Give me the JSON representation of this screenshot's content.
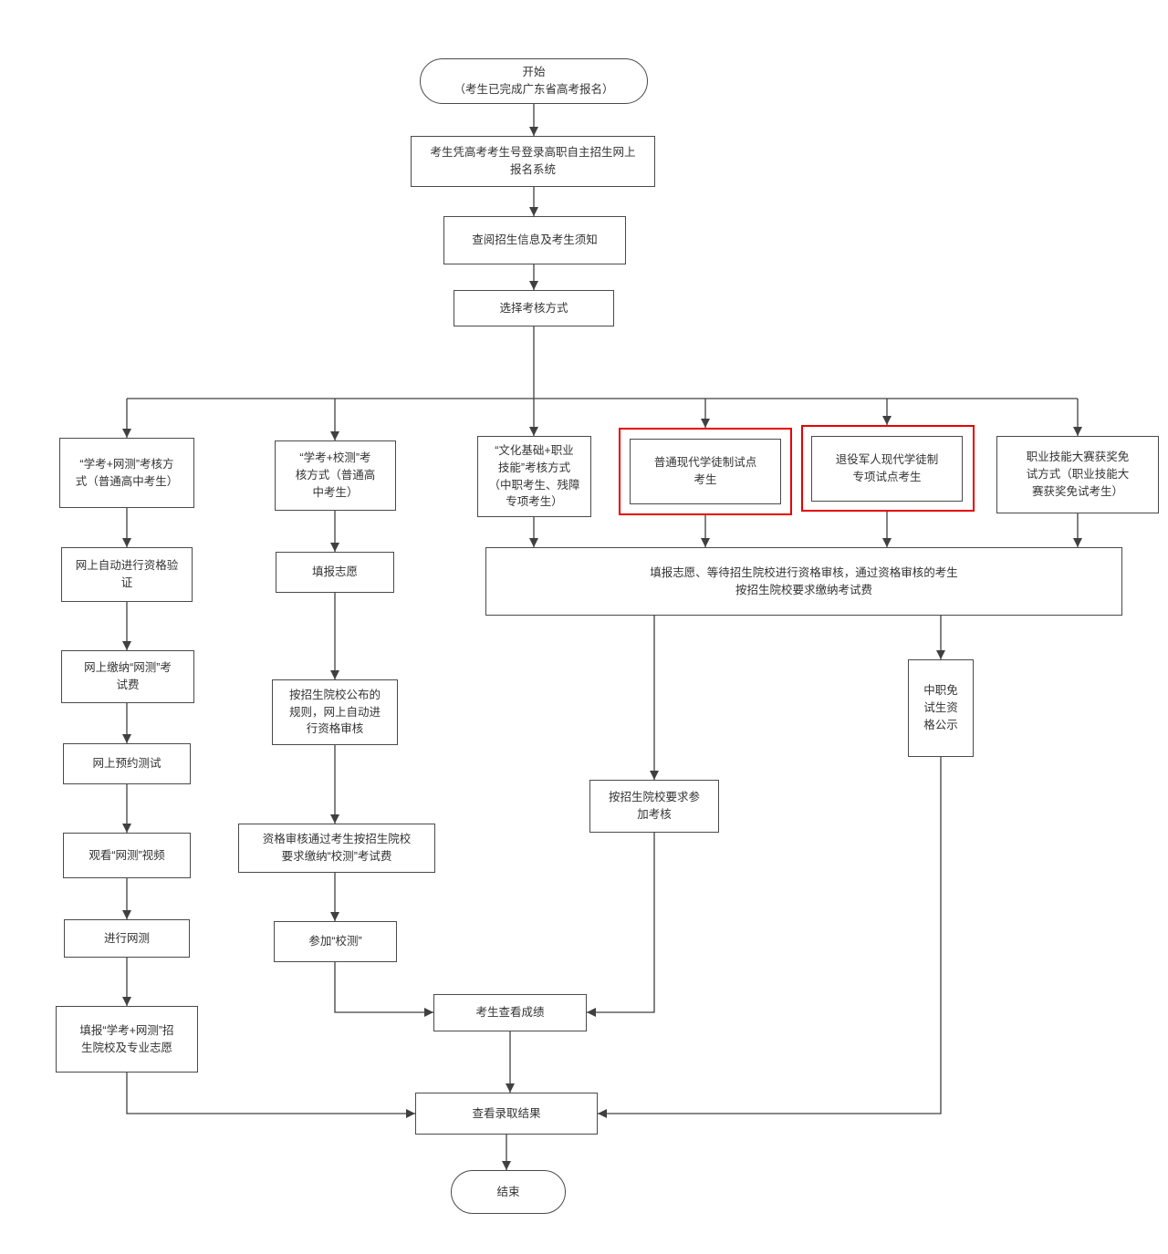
{
  "colors": {
    "node_border": "#4a4a4a",
    "line": "#404040",
    "text": "#333333",
    "highlight": "#e60000",
    "background": "#ffffff"
  },
  "nodes": {
    "start": {
      "label": "开始\n（考生已完成广东省高考报名）"
    },
    "login": {
      "label": "考生凭高考考生号登录高职自主招生网上\n报名系统"
    },
    "review_info": {
      "label": "查阅招生信息及考生须知"
    },
    "choose_method": {
      "label": "选择考核方式"
    },
    "branch_xuekao_wangce": {
      "label": "“学考+网测”考核方\n式（普通高中考生）"
    },
    "branch_xuekao_xiaoce": {
      "label": "“学考+校测”考\n核方式（普通高\n中考生）"
    },
    "branch_wenhua_jineng": {
      "label": "“文化基础+职业\n技能”考核方式\n（中职考生、残障\n专项考生）"
    },
    "branch_putong_xuetu": {
      "label": "普通现代学徒制试点\n考生"
    },
    "branch_tuiyi_junren": {
      "label": "退役军人现代学徒制\n专项试点考生"
    },
    "branch_dasai_mianshi": {
      "label": "职业技能大赛获奖免\n试方式（职业技能大\n赛获奖免试考生）"
    },
    "col1_verify": {
      "label": "网上自动进行资格验\n证"
    },
    "col1_pay": {
      "label": "网上缴纳“网测”考\n试费"
    },
    "col1_book": {
      "label": "网上预约测试"
    },
    "col1_watch": {
      "label": "观看“网测”视频"
    },
    "col1_test": {
      "label": "进行网测"
    },
    "col1_fill": {
      "label": "填报“学考+网测”招\n生院校及专业志愿"
    },
    "col2_fill": {
      "label": "填报志愿"
    },
    "col2_review": {
      "label": "按招生院校公布的\n规则，网上自动进\n行资格审核"
    },
    "col2_pay": {
      "label": "资格审核通过考生按招生院校\n要求缴纳“校测”考试费"
    },
    "col2_exam": {
      "label": "参加“校测”"
    },
    "wide_review": {
      "label": "填报志愿、等待招生院校进行资格审核，通过资格审核的考生\n按招生院校要求缴纳考试费"
    },
    "attend_assess": {
      "label": "按招生院校要求参\n加考核"
    },
    "publicity": {
      "label": "中职免\n试生资\n格公示"
    },
    "view_score": {
      "label": "考生查看成绩"
    },
    "view_result": {
      "label": "查看录取结果"
    },
    "end": {
      "label": "结束"
    }
  }
}
